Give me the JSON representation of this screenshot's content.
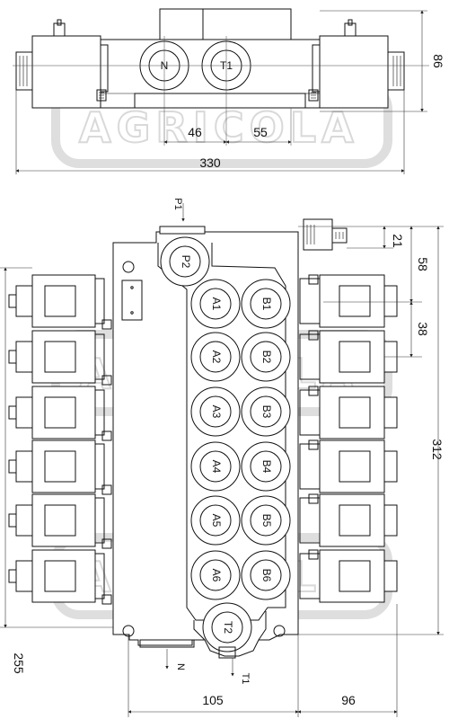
{
  "watermark": {
    "text": "AGRICOLA"
  },
  "top_view": {
    "ports": [
      {
        "label": "N"
      },
      {
        "label": "T1"
      }
    ],
    "dims": {
      "height": "86",
      "port_offset_left": "46",
      "port_offset_right": "55",
      "overall_width": "330"
    }
  },
  "front_view": {
    "inlet_label": "P1",
    "port_p2": "P2",
    "port_t2": "T2",
    "a_ports": [
      "A1",
      "A2",
      "A3",
      "A4",
      "A5",
      "A6"
    ],
    "b_ports": [
      "B1",
      "B2",
      "B3",
      "B4",
      "B5",
      "B6"
    ],
    "bottom_n_label": "N",
    "bottom_t1_label": "T1",
    "dims": {
      "top_21": "21",
      "top_58": "58",
      "pitch_38": "38",
      "overall_312": "312",
      "left_255": "255",
      "bottom_105": "105",
      "bottom_96": "96"
    }
  }
}
